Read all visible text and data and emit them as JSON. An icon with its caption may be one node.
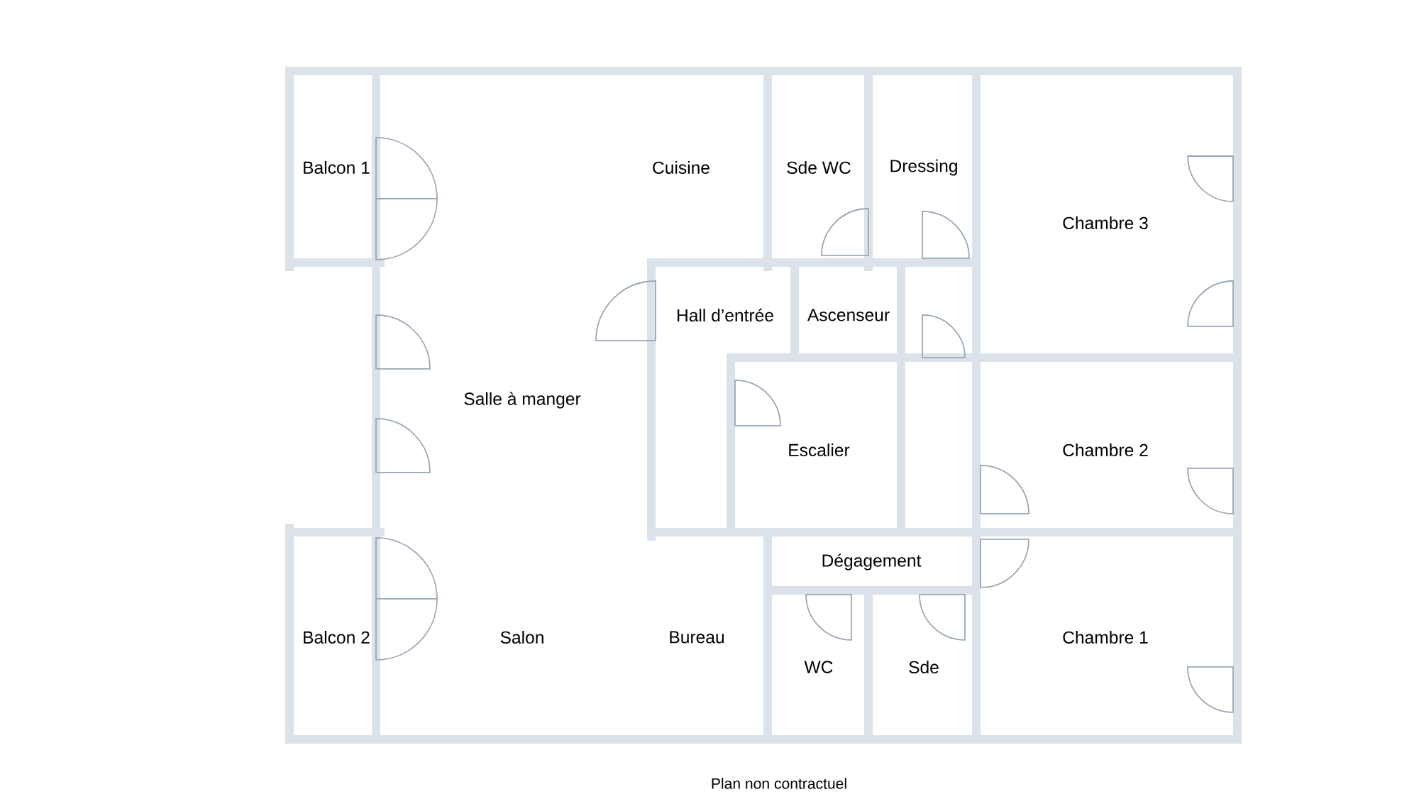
{
  "diagram": {
    "caption": "Plan non contractuel",
    "labels": [
      "Balcon 1",
      "Cuisine",
      "Sde WC",
      "Dressing",
      "Chambre 3",
      "Hall d’entrée",
      "Ascenseur",
      "Salle à manger",
      "Escalier",
      "Chambre 2",
      "Dégagement",
      "Balcon 2",
      "Salon",
      "Bureau",
      "WC",
      "Sde",
      "Chambre 1"
    ]
  }
}
